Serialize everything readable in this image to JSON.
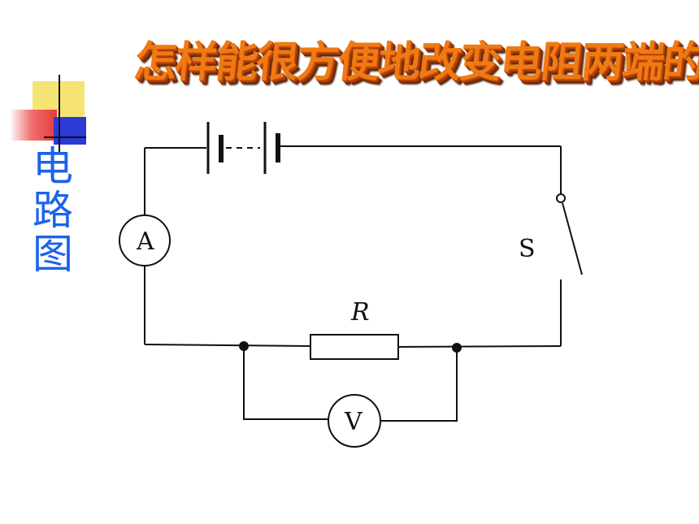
{
  "title": "怎样能很方便地改变电阻两端的电压？",
  "side_label": "电路图",
  "circuit": {
    "ammeter_label": "A",
    "voltmeter_label": "V",
    "resistor_label": "R",
    "switch_label": "S"
  }
}
